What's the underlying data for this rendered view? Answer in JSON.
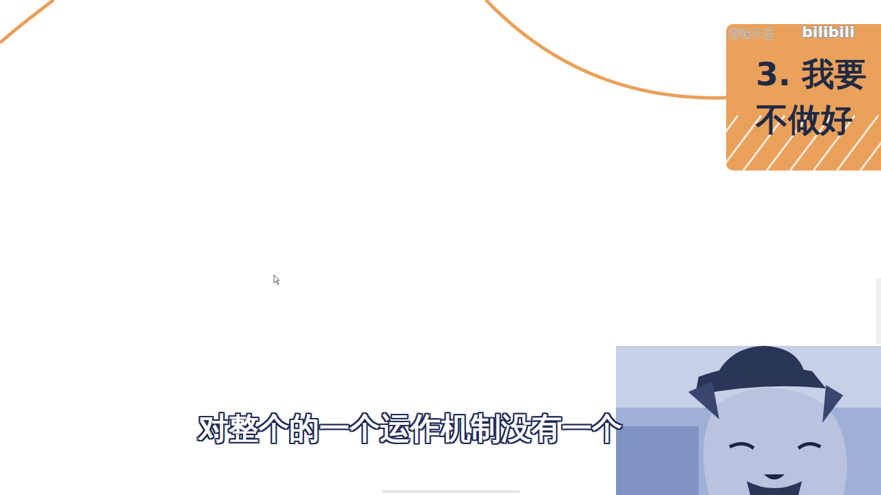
{
  "diagram": {
    "nodes": [
      {
        "text": [
          "3. 我要 不做好"
        ]
      }
    ],
    "labels": [
      "赏味不足",
      "bilibili",
      "对整个的一个运作机制没有一个"
    ]
  }
}
